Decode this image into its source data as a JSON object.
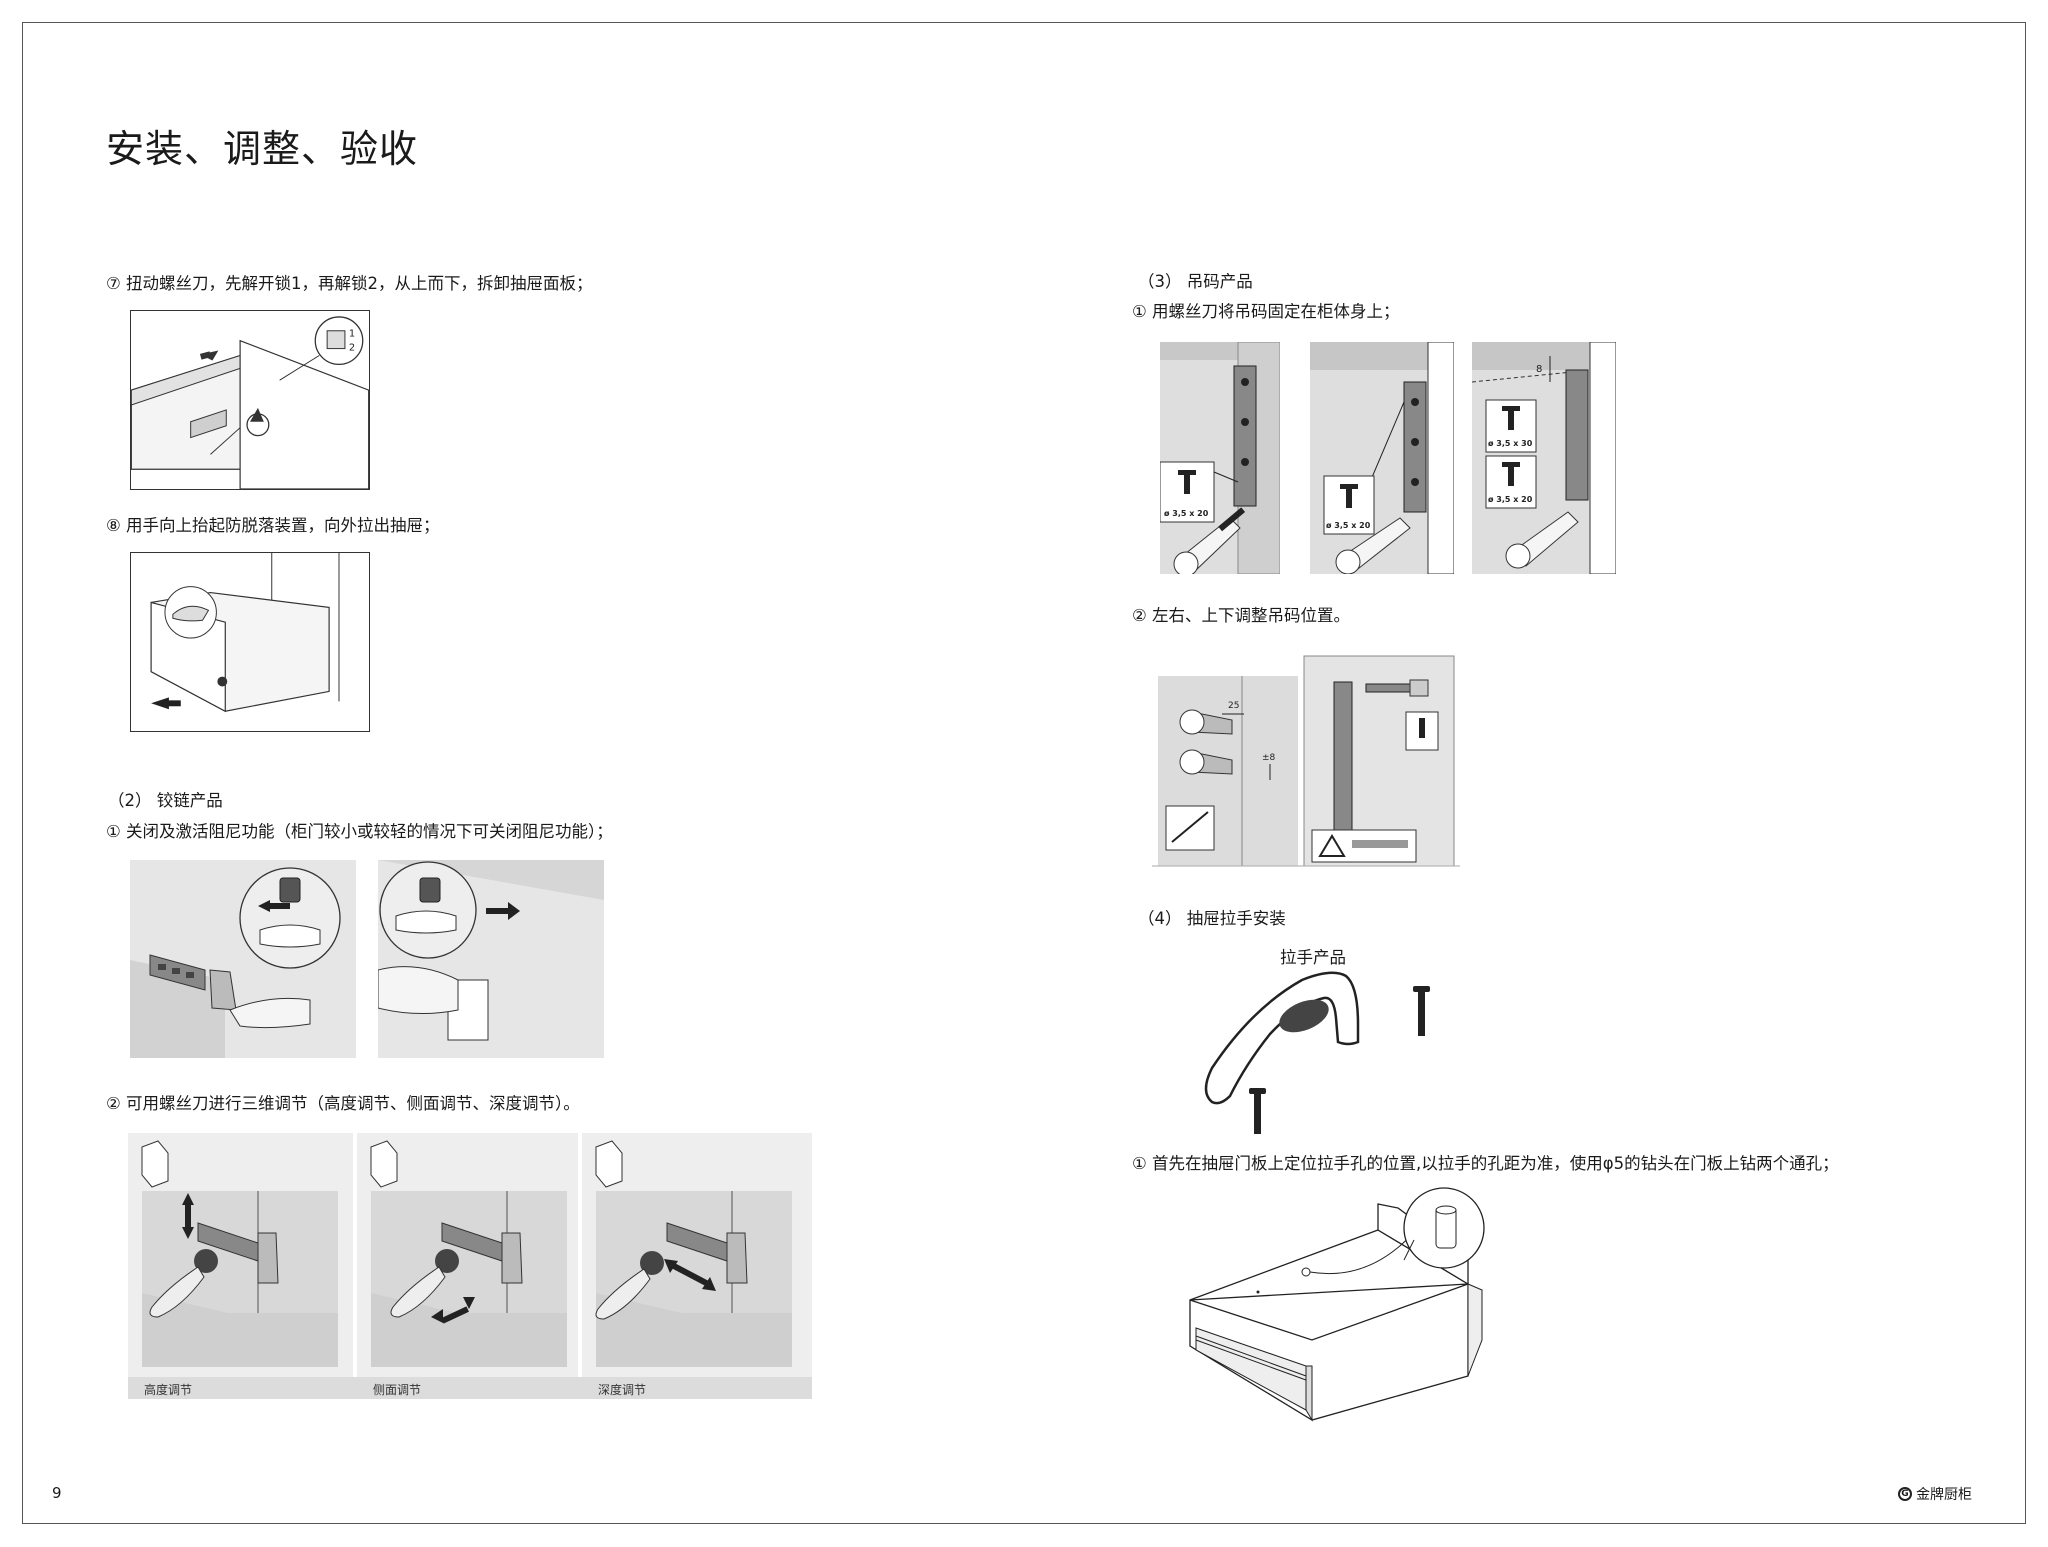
{
  "page": {
    "title": "安装、调整、验收",
    "page_number": "9",
    "brand": "金牌厨柜",
    "brand_icon": "G"
  },
  "left": {
    "step7": "⑦ 扭动螺丝刀，先解开锁1，再解锁2，从上而下，拆卸抽屉面板；",
    "step8": "⑧ 用手向上抬起防脱落装置，向外拉出抽屉；",
    "lock_labels": [
      "1",
      "2"
    ],
    "hinge_section": "（2） 铰链产品",
    "hinge_step1": "① 关闭及激活阻尼功能（柜门较小或较轻的情况下可关闭阻尼功能）；",
    "hinge_step2": "② 可用螺丝刀进行三维调节（高度调节、侧面调节、深度调节）。",
    "adjust_captions": [
      "高度调节",
      "侧面调节",
      "深度调节"
    ]
  },
  "right": {
    "hanger_section": "（3） 吊码产品",
    "hanger_step1": "① 用螺丝刀将吊码固定在柜体身上；",
    "screw_labels": [
      "ø 3,5 x 20",
      "ø 3,5 x 20",
      "ø 3,5 x 30",
      "ø 3,5 x 20"
    ],
    "offset_label": "8",
    "hanger_step2": "② 左右、上下调整吊码位置。",
    "adjust_labels": {
      "lateral": "25",
      "vertical": "±8"
    },
    "handle_section": "（4） 抽屉拉手安装",
    "handle_product": "拉手产品",
    "handle_step1": "① 首先在抽屉门板上定位拉手孔的位置,以拉手的孔距为准，使用φ5的钻头在门板上钻两个通孔；"
  }
}
